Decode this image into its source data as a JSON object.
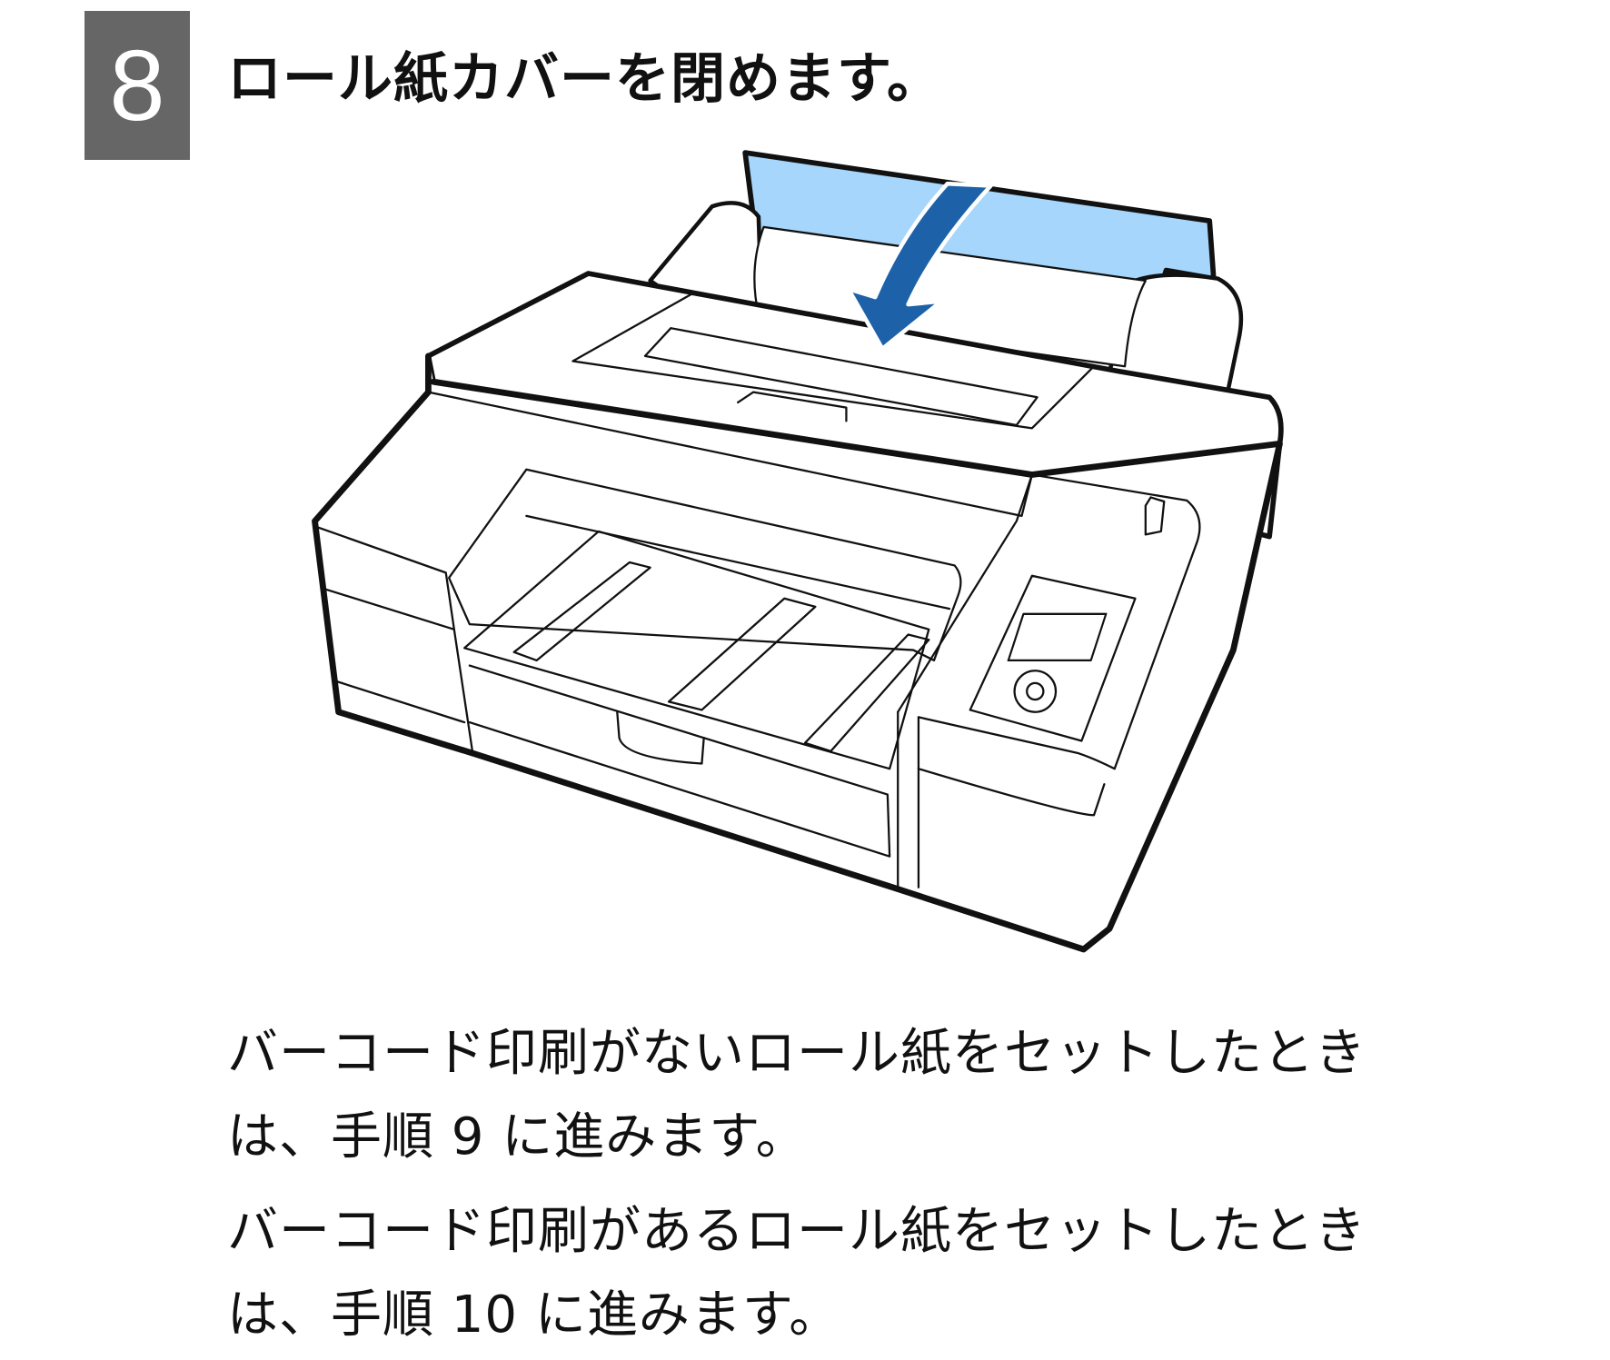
{
  "step": {
    "number": "8",
    "title": "ロール紙カバーを閉めます。"
  },
  "illustration": {
    "icon": "printer-roll-cover-closing-arrow",
    "cover_color": "#a6d6fb",
    "arrow_color": "#1d62a8"
  },
  "body": {
    "p1_line1": "バーコード印刷がないロール紙をセットしたとき",
    "p1_line2": "は、手順 9 に進みます。",
    "p2_line1": "バーコード印刷があるロール紙をセットしたとき",
    "p2_line2": "は、手順 10 に進みます。"
  }
}
